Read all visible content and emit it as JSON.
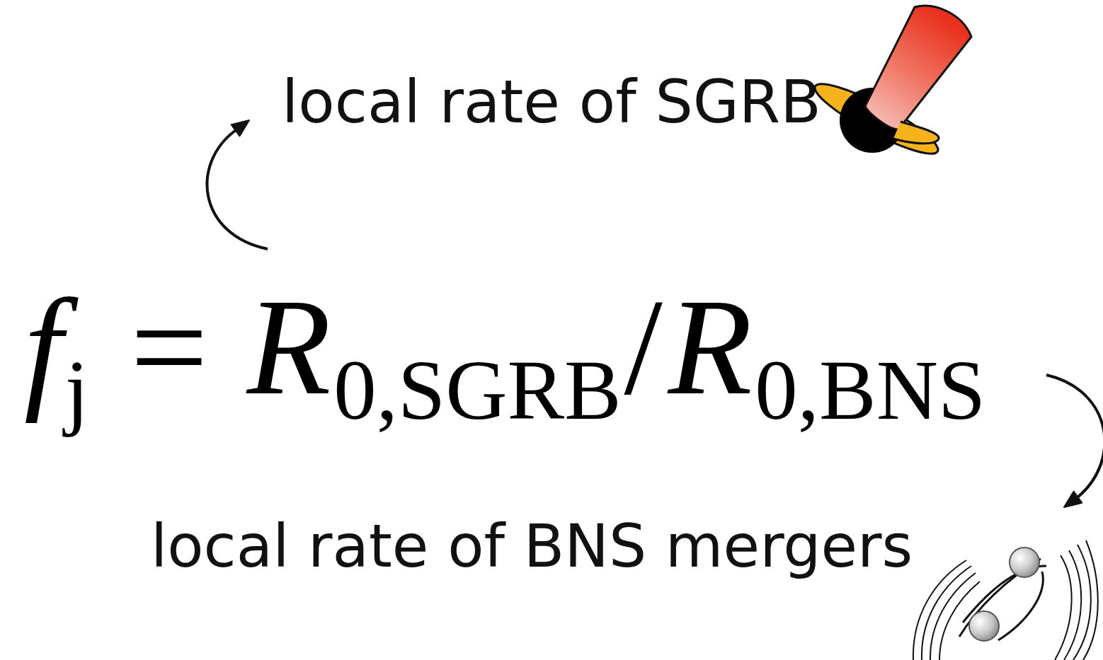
{
  "diagram": {
    "labels": [
      "local rate of SGRB",
      "f",
      "j",
      "=",
      "R",
      "0,SGRB",
      "/",
      "R",
      "0,BNS",
      "local rate of BNS mergers"
    ]
  }
}
